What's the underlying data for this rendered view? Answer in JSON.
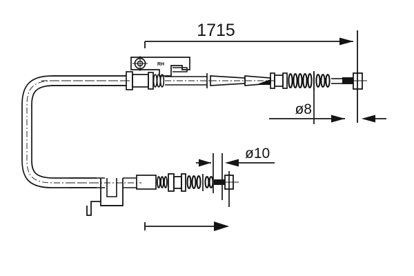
{
  "drawing": {
    "title": "Parking brake cable assembly technical drawing",
    "background_color": "#ffffff",
    "line_color": "#141414",
    "text_color": "#141414"
  },
  "dimensions": {
    "overall_length": {
      "label": "1715",
      "unit": "mm",
      "kind": "linear-length",
      "position": "top"
    },
    "diameter_upper": {
      "label": "ø8",
      "symbol": "ø",
      "value": "8",
      "unit": "mm",
      "kind": "diameter",
      "position": "right-upper"
    },
    "diameter_lower": {
      "label": "ø10",
      "symbol": "ø",
      "value": "10",
      "unit": "mm",
      "kind": "diameter",
      "position": "middle-right"
    }
  },
  "annotations": {
    "side_marking": {
      "label": "RH",
      "meaning": "right-hand",
      "position": "upper-left-bracket"
    }
  },
  "parts": {
    "upper_cable": "upper cable run",
    "lower_cable": "lower cable run",
    "u_bend": "left u-bend loop",
    "mounting_bracket_upper": "upper mounting bracket with eyelet",
    "mounting_bracket_lower": "lower mounting bracket tab",
    "spring_coils_upper": "upper spring coil sleeve",
    "spring_coils_lower": "lower spring coil sleeve",
    "end_fitting_upper": "upper right end fitting",
    "end_fitting_lower": "lower right end fitting"
  }
}
